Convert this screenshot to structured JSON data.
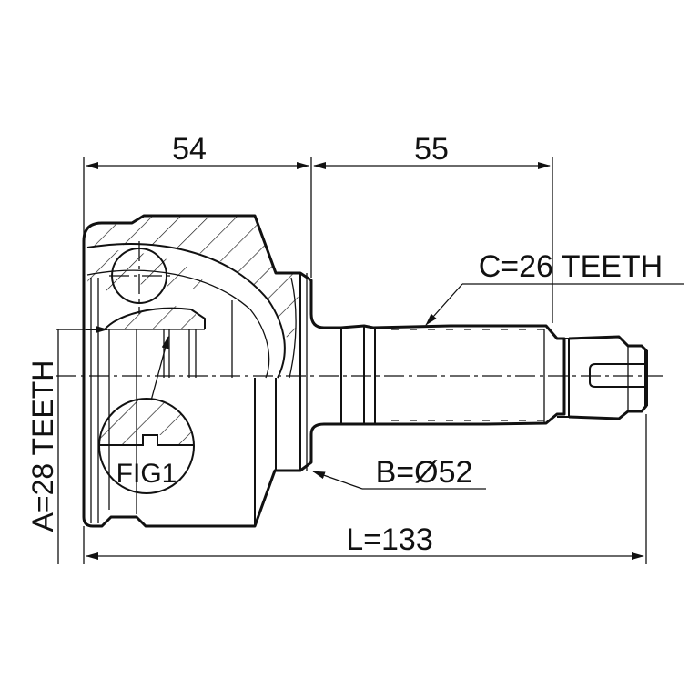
{
  "drawing": {
    "type": "technical-drawing",
    "subject": "CV joint (outer)",
    "dimensions": {
      "left_width": "54",
      "right_width": "55",
      "total_length": "L=133",
      "flange_diameter": "B=Ø52",
      "inner_spline": "A=28 TEETH",
      "outer_spline": "C=26 TEETH"
    },
    "detail_label": "FIG1",
    "line_color": "#111111",
    "background": "#ffffff"
  }
}
